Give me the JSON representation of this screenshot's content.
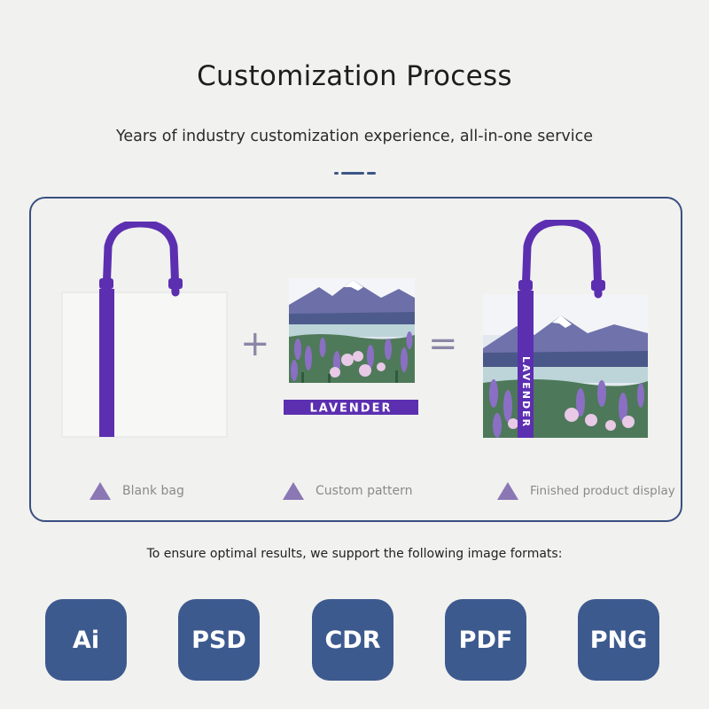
{
  "header": {
    "title": "Customization Process",
    "subtitle": "Years of industry customization experience, all-in-one service"
  },
  "process": {
    "plus_symbol": "+",
    "equals_symbol": "=",
    "steps": [
      {
        "label": "Blank bag",
        "icon": "triangle-icon"
      },
      {
        "label": "Custom pattern",
        "icon": "triangle-icon"
      },
      {
        "label": "Finished product display",
        "icon": "triangle-icon"
      }
    ],
    "pattern_label": "LAVENDER",
    "strap_text": "LAVENDER"
  },
  "formats": {
    "note": "To ensure optimal results, we support the following image formats:",
    "items": [
      "Ai",
      "PSD",
      "CDR",
      "PDF",
      "PNG"
    ]
  },
  "colors": {
    "background": "#f1f1ef",
    "accent_blue": "#3d5a8f",
    "panel_border": "#3a4f80",
    "handle_purple": "#5b2fb0",
    "triangle_purple": "#8a77b4"
  }
}
